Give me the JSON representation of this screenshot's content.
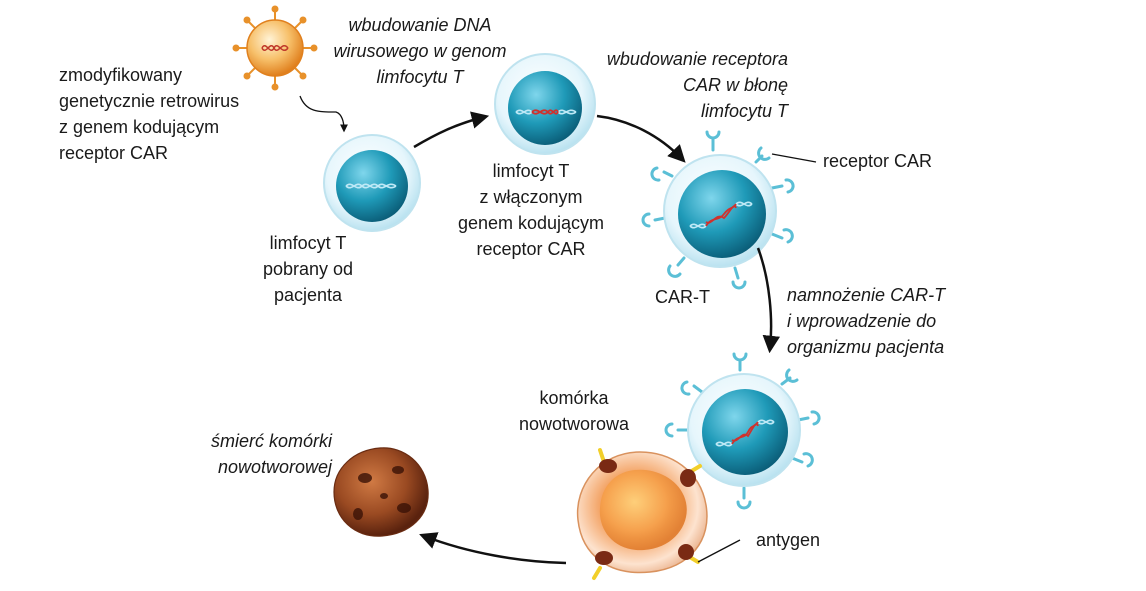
{
  "labels": {
    "retrovirus": "zmodyfikowany\ngenetycznie retrowirus\nz genem kodującym\nreceptor CAR",
    "step_dna_integration": "wbudowanie DNA\nwirusowego w genom\nlimfocytu T",
    "tcell_patient": "limfocyt T\npobrany od\npacjenta",
    "tcell_with_gene": "limfocyt T\nz włączonym\ngenem kodującym\nreceptor CAR",
    "step_car_receptor": "wbudowanie receptora\nCAR w błonę\nlimfocytu T",
    "receptor_car": "receptor CAR",
    "car_t": "CAR-T",
    "step_expansion": "namnożenie CAR-T\ni wprowadzenie do\norganizmu pacjenta",
    "cancer_cell": "komórka\nnowotworowa",
    "antigen": "antygen",
    "cell_death": "śmierć komórki\nnowotworowej"
  },
  "colors": {
    "nucleus": "#1f9ab8",
    "cytoplasm": "#dff3fb",
    "receptor": "#5bbfd6",
    "virus": "#f4a33a",
    "tumor": "#e07a3a",
    "dead_cell": "#8a3a1a",
    "antigen": "#f2cf2a",
    "arrow": "#111111"
  }
}
